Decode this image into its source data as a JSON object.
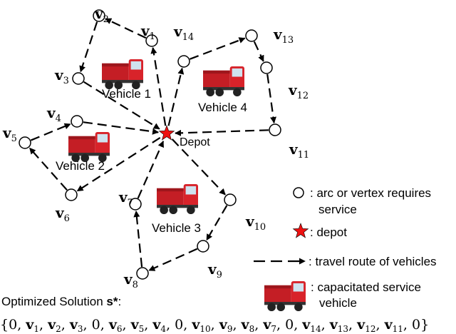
{
  "nodes": [
    {
      "id": "v1",
      "name": "v",
      "sub": "1"
    },
    {
      "id": "v2",
      "name": "v",
      "sub": "2"
    },
    {
      "id": "v3",
      "name": "v",
      "sub": "3"
    },
    {
      "id": "v4",
      "name": "v",
      "sub": "4"
    },
    {
      "id": "v5",
      "name": "v",
      "sub": "5"
    },
    {
      "id": "v6",
      "name": "v",
      "sub": "6"
    },
    {
      "id": "v7",
      "name": "v",
      "sub": "7"
    },
    {
      "id": "v8",
      "name": "v",
      "sub": "8"
    },
    {
      "id": "v9",
      "name": "v",
      "sub": "9"
    },
    {
      "id": "v10",
      "name": "v",
      "sub": "10"
    },
    {
      "id": "v11",
      "name": "v",
      "sub": "11"
    },
    {
      "id": "v12",
      "name": "v",
      "sub": "12"
    },
    {
      "id": "v13",
      "name": "v",
      "sub": "13"
    },
    {
      "id": "v14",
      "name": "v",
      "sub": "14"
    }
  ],
  "depot_label": "Depot",
  "vehicles": [
    "Vehicle 1",
    "Vehicle 2",
    "Vehicle 3",
    "Vehicle 4"
  ],
  "routes": [
    [
      "depot",
      "v1",
      "v2",
      "v3",
      "depot"
    ],
    [
      "depot",
      "v6",
      "v5",
      "v4",
      "depot"
    ],
    [
      "depot",
      "v10",
      "v9",
      "v8",
      "v7",
      "depot"
    ],
    [
      "depot",
      "v14",
      "v13",
      "v12",
      "v11",
      "depot"
    ]
  ],
  "legend": {
    "vertex_line1": ": arc or vertex requires",
    "vertex_line2": "service",
    "depot": ": depot",
    "route": ": travel route of vehicles",
    "vehicle_line1": ": capacitated service",
    "vehicle_line2": "vehicle"
  },
  "solution": {
    "title_prefix": "Optimized Solution ",
    "title_symbol": "s*",
    "title_suffix": ":",
    "sequence": [
      "0",
      "v1",
      "v2",
      "v3",
      "0",
      "v6",
      "v5",
      "v4",
      "0",
      "v10",
      "v9",
      "v8",
      "v7",
      "0",
      "v14",
      "v13",
      "v12",
      "v11",
      "0"
    ]
  },
  "colors": {
    "depot_star": "#ee1111",
    "truck_cab": "#d8232a",
    "truck_bed": "#c41e25",
    "line": "#000000",
    "node_fill": "#ffffff"
  }
}
